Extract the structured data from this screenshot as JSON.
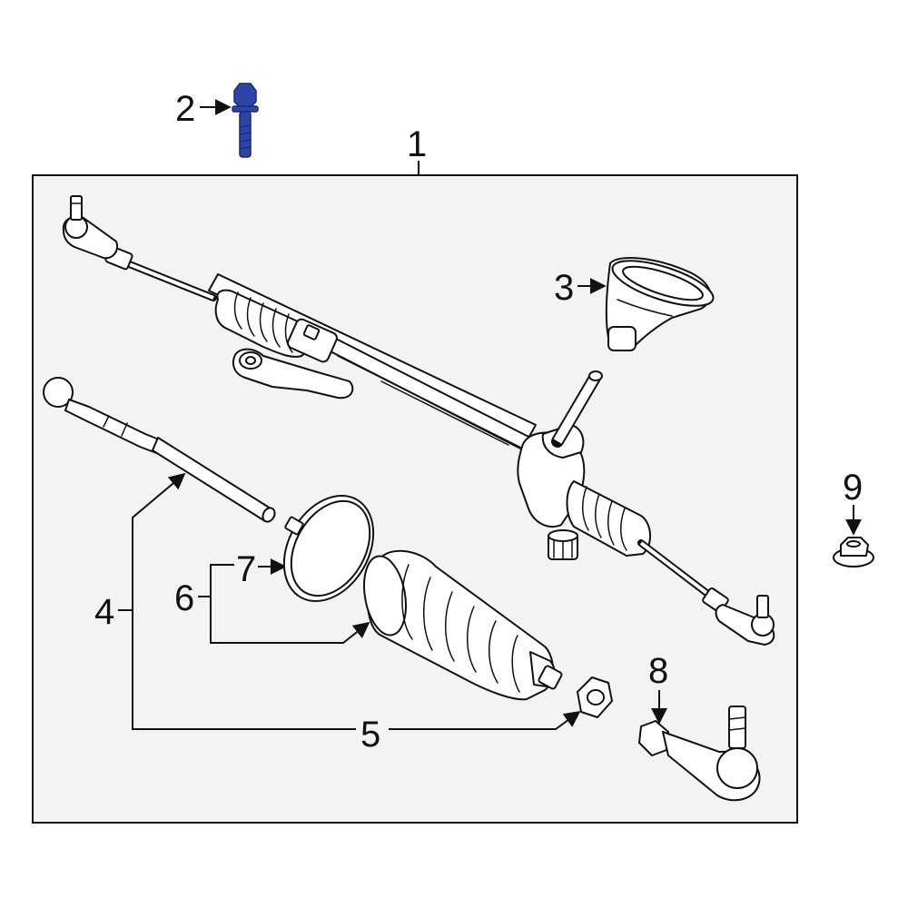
{
  "callouts": {
    "c1": "1",
    "c2": "2",
    "c3": "3",
    "c4": "4",
    "c5": "5",
    "c6": "6",
    "c7": "7",
    "c8": "8",
    "c9": "9"
  },
  "colors": {
    "panel_fill": "#f3f3f3",
    "line": "#111111",
    "highlight_part": "#2d44a8"
  },
  "highlighted_part": "2"
}
